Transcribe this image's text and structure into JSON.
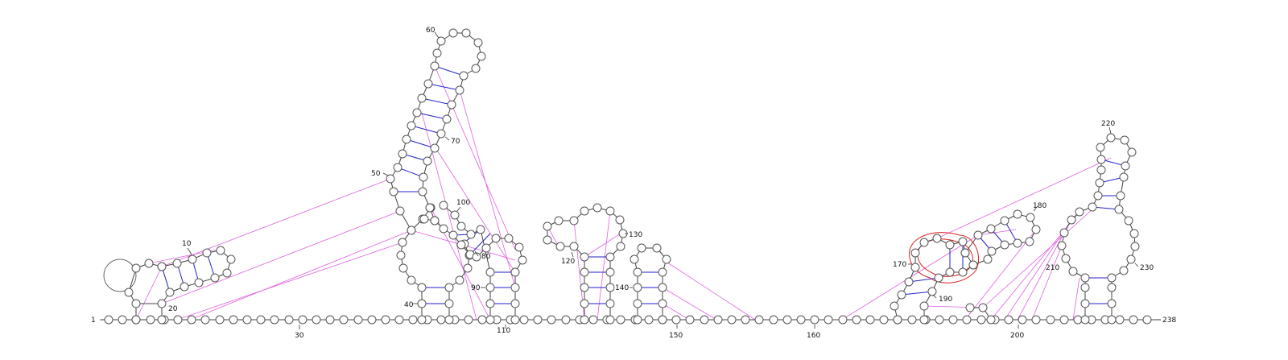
{
  "diagram": {
    "numbering_labels": [
      "1",
      "10",
      "20",
      "30",
      "40",
      "50",
      "60",
      "70",
      "80",
      "90",
      "100",
      "110",
      "120",
      "130",
      "140",
      "150",
      "160",
      "170",
      "180",
      "190",
      "200",
      "210",
      "220",
      "230",
      "238"
    ],
    "colors": {
      "backbone": "#444444",
      "nucleotide_fill": "#ffffff",
      "nucleotide_stroke": "#555555",
      "base_pair": "#2222cc",
      "pseudoknot": "#e060e0",
      "highlight_contour": "#dd2222"
    }
  }
}
